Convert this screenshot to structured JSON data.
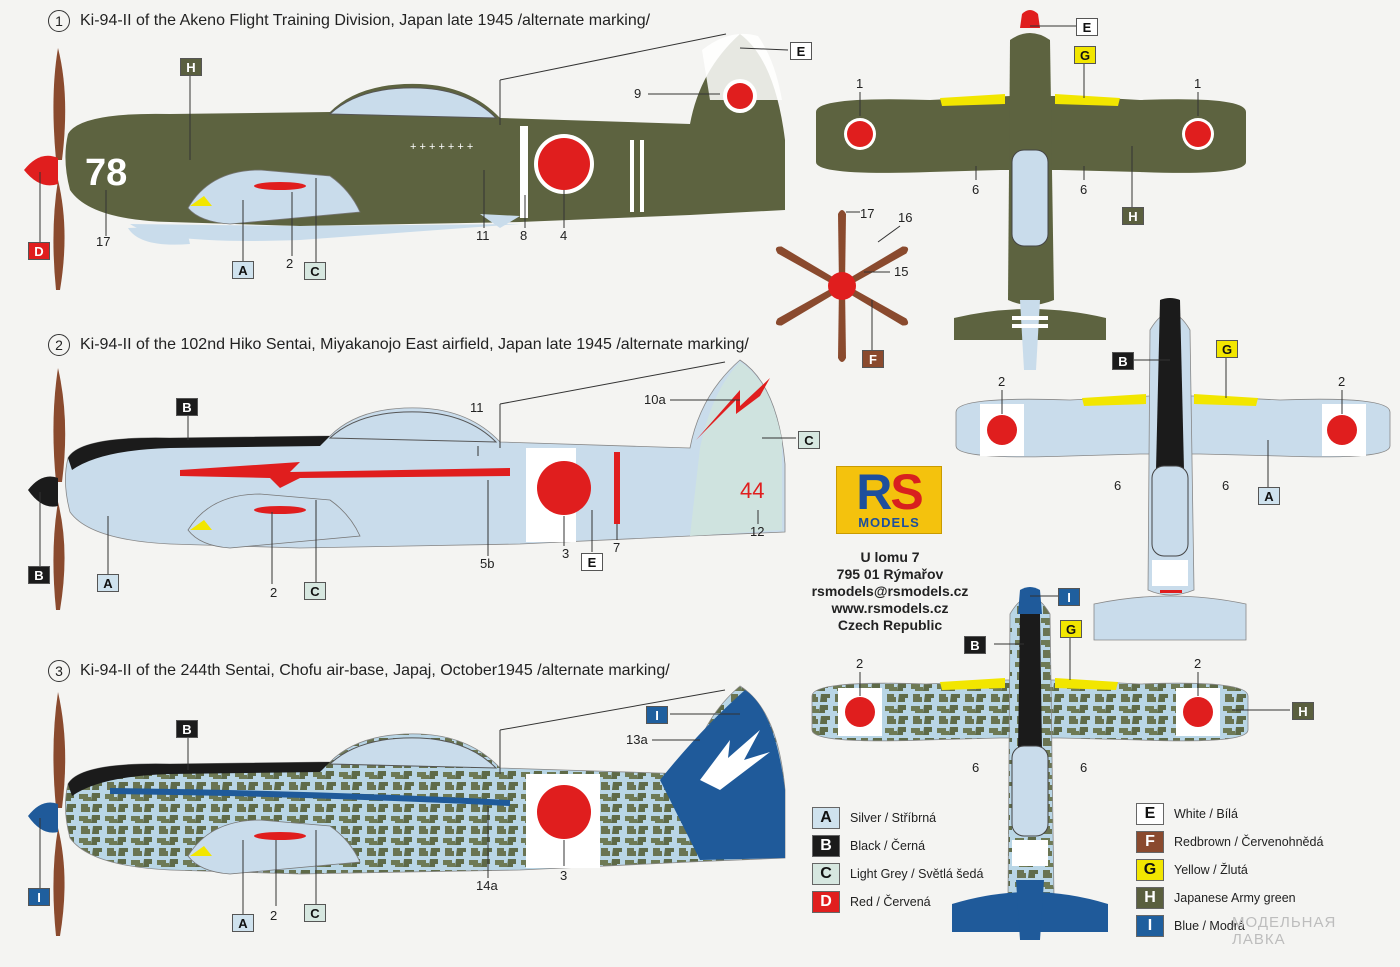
{
  "captions": [
    {
      "num": "1",
      "text": "Ki-94-II of the Akeno Flight Training Division, Japan late 1945 /alternate marking/"
    },
    {
      "num": "2",
      "text": "Ki-94-II of the 102nd Hiko Sentai, Miyakanojo East airfield, Japan late 1945 /alternate marking/"
    },
    {
      "num": "3",
      "text": "Ki-94-II of the 244th Sentai, Chofu air-base, Japaj, October1945 /alternate marking/"
    }
  ],
  "aircraft_codes": {
    "plane1": "78",
    "plane2": "44"
  },
  "callouts": {
    "p1": {
      "E": "E",
      "H": "H",
      "D": "D",
      "A": "A",
      "C": "C",
      "n9": "9",
      "n17": "17",
      "n2": "2",
      "n11": "11",
      "n8": "8",
      "n4": "4"
    },
    "p2": {
      "B1": "B",
      "B2": "B",
      "A": "A",
      "C1": "C",
      "C2": "C",
      "E": "E",
      "n11": "11",
      "n10a": "10a",
      "n5b": "5b",
      "n3": "3",
      "n7": "7",
      "n12": "12",
      "n2": "2"
    },
    "p3": {
      "B": "B",
      "I1": "I",
      "I2": "I",
      "A": "A",
      "C": "C",
      "n13a": "13a",
      "n14a": "14a",
      "n3": "3",
      "n2": "2"
    },
    "top1": {
      "E": "E",
      "G": "G",
      "H": "H",
      "n1a": "1",
      "n1b": "1",
      "n6a": "6",
      "n6b": "6"
    },
    "prop": {
      "F": "F",
      "n17": "17",
      "n16": "16",
      "n15": "15"
    },
    "top2": {
      "B": "B",
      "G": "G",
      "A": "A",
      "n2a": "2",
      "n2b": "2",
      "n6a": "6",
      "n6b": "6"
    },
    "top3": {
      "I": "I",
      "B": "B",
      "G": "G",
      "H": "H",
      "n2a": "2",
      "n2b": "2",
      "n6a": "6",
      "n6b": "6"
    }
  },
  "logo": {
    "line1a": "R",
    "line1b": "S",
    "line2": "MODELS"
  },
  "address": [
    "U lomu 7",
    "795 01 Rýmařov",
    "rsmodels@rsmodels.cz",
    "www.rsmodels.cz",
    "Czech Republic"
  ],
  "legend": [
    {
      "code": "A",
      "label": "Silver / Stříbrná",
      "color": "#cfe2ee",
      "text_color": "#111"
    },
    {
      "code": "B",
      "label": "Black / Černá",
      "color": "#1b1b1b",
      "text_color": "#ffffff"
    },
    {
      "code": "C",
      "label": "Light Grey / Světlá šedá",
      "color": "#d6e7e0",
      "text_color": "#111"
    },
    {
      "code": "D",
      "label": "Red / Červená",
      "color": "#e01e1e",
      "text_color": "#ffffff"
    },
    {
      "code": "E",
      "label": "White / Bílá",
      "color": "#ffffff",
      "text_color": "#111"
    },
    {
      "code": "F",
      "label": "Redbrown / Červenohnědá",
      "color": "#8a4a2e",
      "text_color": "#ffffff"
    },
    {
      "code": "G",
      "label": "Yellow / Žlutá",
      "color": "#f2e600",
      "text_color": "#111"
    },
    {
      "code": "H",
      "label": "Japanese Army green",
      "color": "#5a5f3f",
      "text_color": "#ffffff"
    },
    {
      "code": "I",
      "label": "Blue / Modrá",
      "color": "#1f5f9e",
      "text_color": "#ffffff"
    }
  ],
  "watermark": [
    "МОДЕЛЬНАЯ",
    "ЛАВКА"
  ],
  "colors": {
    "army_green": "#5d6340",
    "silver": "#c9dceb",
    "red": "#e01e1e",
    "blue": "#1f5a9a",
    "black": "#1b1b1b",
    "prop_brown": "#8a4a2e",
    "yellow": "#f2e600"
  }
}
